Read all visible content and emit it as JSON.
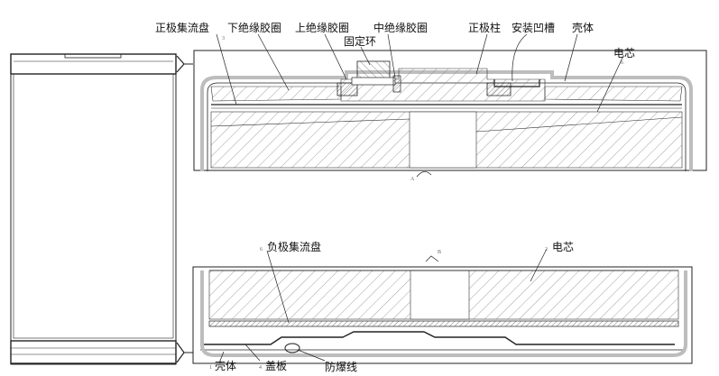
{
  "labels": {
    "positive_collector": "正极集流盘",
    "lower_insulator": "下绝缘胶圈",
    "upper_insulator": "上绝缘胶圈",
    "fixing_ring": "固定环",
    "middle_insulator": "中绝缘胶圈",
    "positive_post": "正极柱",
    "mounting_groove": "安装凹槽",
    "shell_top": "壳体",
    "cell_top": "电芯",
    "negative_collector": "负极集流盘",
    "cell_bottom": "电芯",
    "shell_bottom": "壳体",
    "cover_plate": "盖板",
    "vent_line": "防爆线"
  },
  "markers": {
    "section_a": "A",
    "section_b": "B",
    "n1": "1",
    "n2": "2",
    "n3": "3",
    "n4": "4",
    "n6": "6",
    "n6b": "6"
  },
  "colors": {
    "line": "#222222",
    "shell_gray": "#bdbdbd",
    "hatch": "#8a8a8a"
  }
}
